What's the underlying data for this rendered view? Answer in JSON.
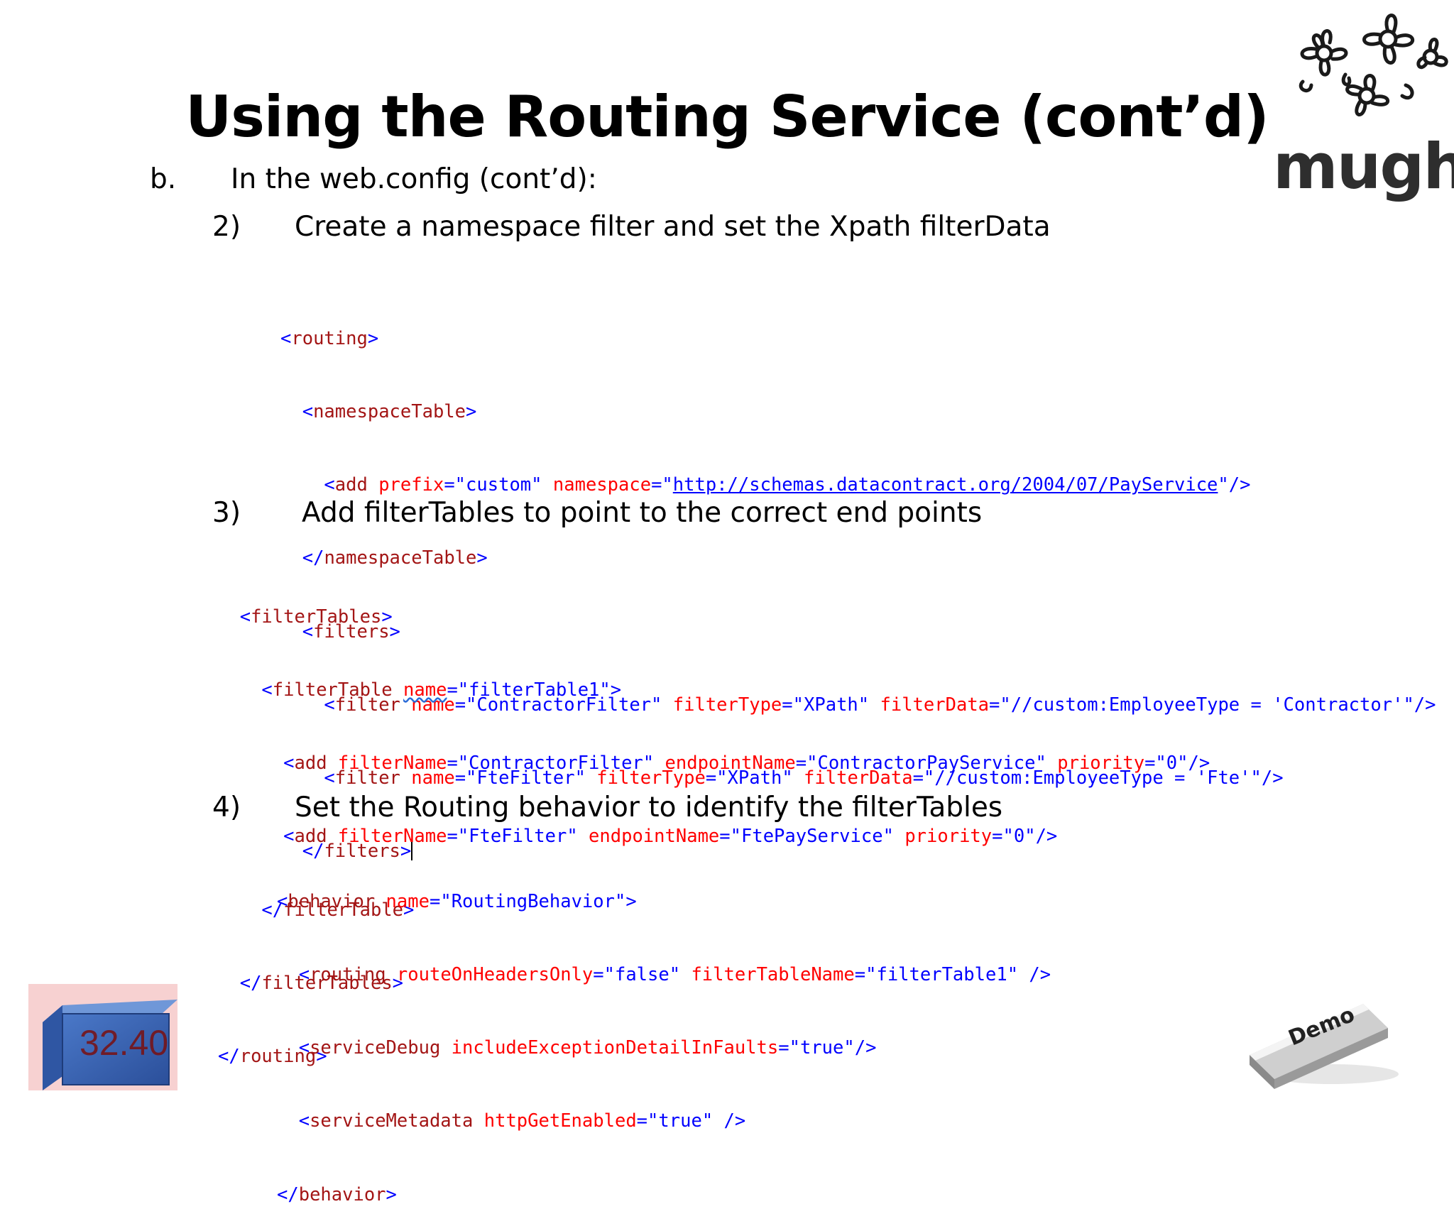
{
  "slide": {
    "title": "Using the Routing Service (cont’d)",
    "point_b": {
      "marker": "b.",
      "text": "In the web.config (cont’d):"
    },
    "step2": {
      "marker": "2)",
      "text": "Create a namespace filter and set the Xpath filterData"
    },
    "step3": {
      "marker": "3)",
      "text": "Add filterTables to point to the correct end points"
    },
    "step4": {
      "marker": "4)",
      "text": "Set the Routing behavior to identify the filterTables"
    }
  },
  "code": {
    "block1": {
      "l1_tag": "routing",
      "l2_tag": "namespaceTable",
      "l3_tag": "add",
      "l3_attr1": "prefix",
      "l3_val1": "custom",
      "l3_attr2": "namespace",
      "l3_url": "http://schemas.datacontract.org/2004/07/PayService",
      "l4_tag": "namespaceTable",
      "l5_tag": "filters",
      "l6_tag": "filter",
      "l6_attr1": "name",
      "l6_val1": "ContractorFilter",
      "l6_attr2": "filterType",
      "l6_val2": "XPath",
      "l6_attr3": "filterData",
      "l6_val3": "//custom:EmployeeType = 'Contractor'",
      "l7_tag": "filter",
      "l7_attr1": "name",
      "l7_val1": "FteFilter",
      "l7_attr2": "filterType",
      "l7_val2": "XPath",
      "l7_attr3": "filterData",
      "l7_val3": "//custom:EmployeeType = 'Fte'",
      "l8_tag": "filters"
    },
    "block2": {
      "l1_tag": "filterTables",
      "l2_tag": "filterTable",
      "l2_attr": "name",
      "l2_val": "filterTable1",
      "l3_tag": "add",
      "l3_attr1": "filterName",
      "l3_val1": "ContractorFilter",
      "l3_attr2": "endpointName",
      "l3_val2": "ContractorPayService",
      "l3_attr3": "priority",
      "l3_val3": "0",
      "l4_tag": "add",
      "l4_attr1": "filterName",
      "l4_val1": "FteFilter",
      "l4_attr2": "endpointName",
      "l4_val2": "FtePayService",
      "l4_attr3": "priority",
      "l4_val3": "0",
      "l5_tag": "filterTable",
      "l6_tag": "filterTables",
      "l7_tag": "routing"
    },
    "block3": {
      "l1_tag": "behavior",
      "l1_attr": "name",
      "l1_val": "RoutingBehavior",
      "l2_tag": "routing",
      "l2_attr1": "routeOnHeadersOnly",
      "l2_val1": "false",
      "l2_attr2": "filterTableName",
      "l2_val2": "filterTable1",
      "l3_tag": "serviceDebug",
      "l3_attr": "includeExceptionDetailInFaults",
      "l3_val": "true",
      "l4_tag": "serviceMetadata",
      "l4_attr": "httpGetEnabled",
      "l4_val": "true",
      "l5_tag": "behavior"
    }
  },
  "logo": {
    "text": "mugh"
  },
  "timer_badge": {
    "text": "32.40"
  },
  "demo_badge": {
    "text": "Demo"
  },
  "colors": {
    "xml_element": "#a31515",
    "xml_delimiter": "#0000ff",
    "xml_attribute": "#ff0000",
    "xml_value": "#0000ff"
  }
}
